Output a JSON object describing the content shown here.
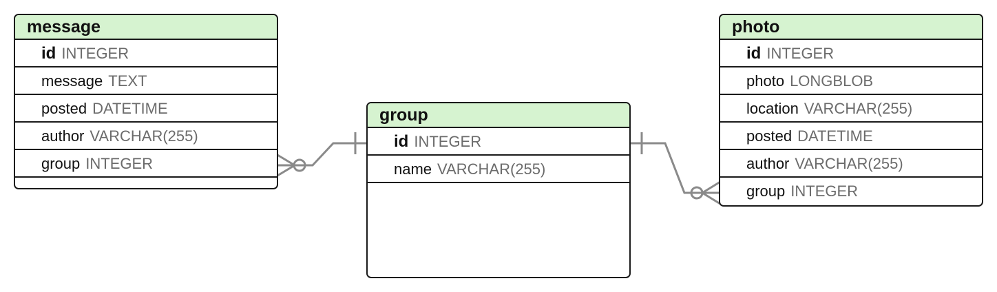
{
  "entities": {
    "message": {
      "name": "message",
      "fields": [
        {
          "name": "id",
          "type": "INTEGER"
        },
        {
          "name": "message",
          "type": "TEXT"
        },
        {
          "name": "posted",
          "type": "DATETIME"
        },
        {
          "name": "author",
          "type": "VARCHAR(255)"
        },
        {
          "name": "group",
          "type": "INTEGER"
        }
      ]
    },
    "group": {
      "name": "group",
      "fields": [
        {
          "name": "id",
          "type": "INTEGER"
        },
        {
          "name": "name",
          "type": "VARCHAR(255)"
        }
      ]
    },
    "photo": {
      "name": "photo",
      "fields": [
        {
          "name": "id",
          "type": "INTEGER"
        },
        {
          "name": "photo",
          "type": "LONGBLOB"
        },
        {
          "name": "location",
          "type": "VARCHAR(255)"
        },
        {
          "name": "posted",
          "type": "DATETIME"
        },
        {
          "name": "author",
          "type": "VARCHAR(255)"
        },
        {
          "name": "group",
          "type": "INTEGER"
        }
      ]
    }
  },
  "colors": {
    "header_bg": "#d6f3d0",
    "border": "#1a1a1a",
    "type_text": "#6b6b6b",
    "connector": "#8a8a8a"
  },
  "relationships": [
    {
      "from": "message.group",
      "to": "group.id",
      "from_cardinality": "zero-or-many",
      "to_cardinality": "one"
    },
    {
      "from": "photo.group",
      "to": "group.id",
      "from_cardinality": "zero-or-many",
      "to_cardinality": "one"
    }
  ]
}
